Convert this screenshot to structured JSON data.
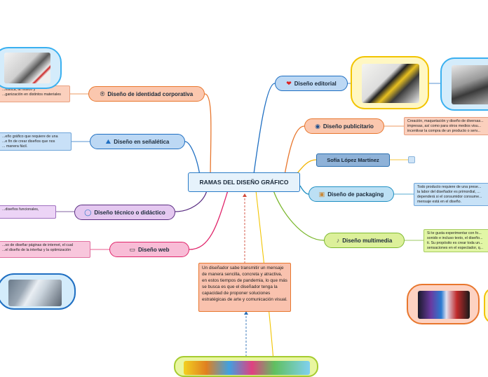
{
  "center": {
    "title": "RAMAS DEL DISEÑO GRÁFICO"
  },
  "branches": {
    "identidad": {
      "label": "Diseño de identidad corporativa",
      "icon": "®",
      "note": "...nistica, la misión y\n...ganización en distintos materiales"
    },
    "senaletica": {
      "label": "Diseño en señalética",
      "icon": "⛰",
      "note": "...eño gráfico que requiere de una\n...e fin de crear diseños que nos\n... manera fácil."
    },
    "tecnico": {
      "label": "Diseño técnico o didáctico",
      "icon": "◯",
      "note": "...diseños funcionales,"
    },
    "web": {
      "label": "Diseño web",
      "icon": "▭",
      "note": "...so de diseñar páginas de internet, el cual\n...el diseño de la interfaz y la optimización"
    },
    "editorial": {
      "label": "Diseño editorial",
      "icon": "❤"
    },
    "publicitario": {
      "label": "Diseño publicitario",
      "icon": "◉",
      "note": "Creación, maquetación y diseño de diversas...\nimpresas, así como para otros medios visu...\nincentivar la compra de un producto o serv..."
    },
    "autor": {
      "label": "Sofía López Martínez"
    },
    "packaging": {
      "label": "Diseño de packaging",
      "icon": "▣",
      "note": "Todo producto requiere de una prese...\nla labor del diseñador es primordial, ...\ndependerá si el consumidor consume...\nmensaje está en el diseño."
    },
    "multimedia": {
      "label": "Diseño multimedia",
      "icon": "♪",
      "note": "Si te gusta experimentar con fo...\nsonido e incluso texto, el diseño...\nti. Su propósito es crear toda un...\nsensaciones en el espectador, q..."
    }
  },
  "summary": "Un diseñador sabe transmitir un mensaje de manera sencilla, concreta y atractiva, en estos tiempos de pandemia, lo que más se busca es que el diseñador tenga la capacidad de proponer soluciones estratégicas de arte y comunicación visual.",
  "colors": {
    "identidad": "#e8772e",
    "senaletica": "#1f6fc2",
    "tecnico": "#5a2d82",
    "web": "#e0246a",
    "editorial": "#1f6fc2",
    "publicitario": "#e8772e",
    "autor": "#f2b400",
    "packaging": "#1f8fc2",
    "multimedia": "#7cb82f",
    "summary": "#d24b3a"
  }
}
